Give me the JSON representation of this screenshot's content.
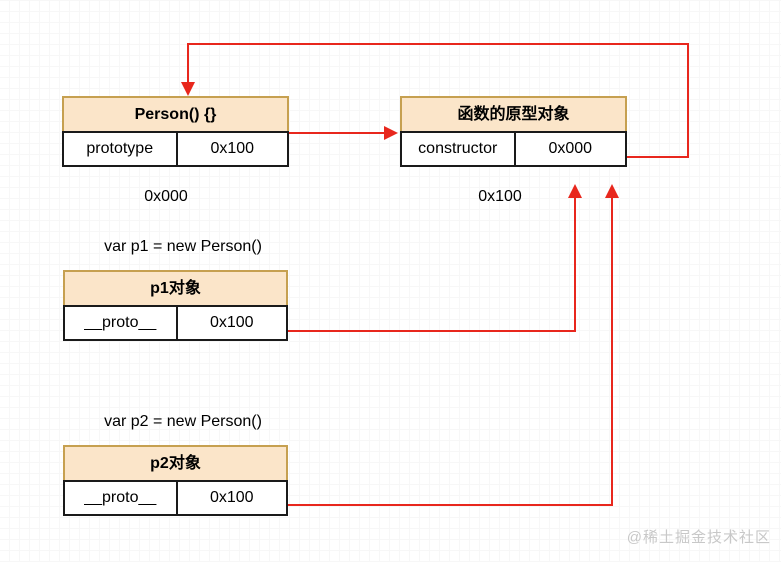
{
  "boxes": [
    {
      "name": "person-function",
      "title": "Person() {}",
      "key": "prototype",
      "value": "0x100",
      "address_label": "0x000"
    },
    {
      "name": "function-prototype-object",
      "title": "函数的原型对象",
      "key": "constructor",
      "value": "0x000",
      "address_label": "0x100"
    },
    {
      "name": "p1-object",
      "title": "p1对象",
      "key": "__proto__",
      "value": "0x100",
      "var_statement": "var p1 = new Person()"
    },
    {
      "name": "p2-object",
      "title": "p2对象",
      "key": "__proto__",
      "value": "0x100",
      "var_statement": "var p2 = new Person()"
    }
  ],
  "edges": [
    {
      "from": "函数的原型对象.constructor",
      "to": "Person() {}",
      "value": "0x000"
    },
    {
      "from": "Person().prototype",
      "to": "函数的原型对象",
      "value": "0x100"
    },
    {
      "from": "p1对象.__proto__",
      "to": "函数的原型对象",
      "value": "0x100"
    },
    {
      "from": "p2对象.__proto__",
      "to": "函数的原型对象",
      "value": "0x100"
    }
  ],
  "watermark": "@稀土掘金技术社区",
  "colors": {
    "background": "#ffffff",
    "grid_major": "#ebebeb",
    "grid_minor": "#f7f7f7",
    "header_fill": "#fbe5c9",
    "header_stroke": "#c6a050",
    "cell_stroke": "#1a1a1a",
    "arrow": "#e8271d",
    "text": "#000000",
    "watermark": "#c8c8c8"
  }
}
